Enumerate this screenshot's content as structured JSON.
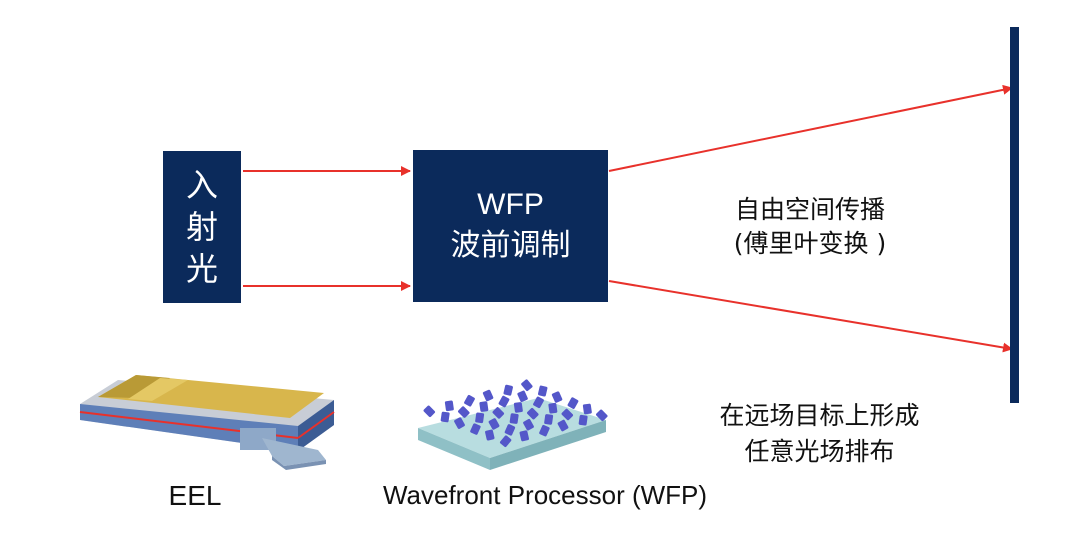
{
  "incident_box": {
    "text": "入射光"
  },
  "wfp_box": {
    "line1": "WFP",
    "line2": "波前调制"
  },
  "propagation": {
    "line1": "自由空间传播",
    "line2": "(傅里叶变换 )"
  },
  "target": {
    "line1": "在远场目标上形成",
    "line2": "任意光场排布"
  },
  "captions": {
    "eel": "EEL",
    "wfp": "Wavefront Processor (WFP)"
  },
  "colors": {
    "box": "#0b2a5b",
    "arrow": "#e8312b",
    "screen": "#0b2a5b",
    "chip_gold": "#d8b64c",
    "chip_blue": "#4a6ea8",
    "metasurface_base": "#a9d3d8",
    "pillar": "#5457c9"
  }
}
